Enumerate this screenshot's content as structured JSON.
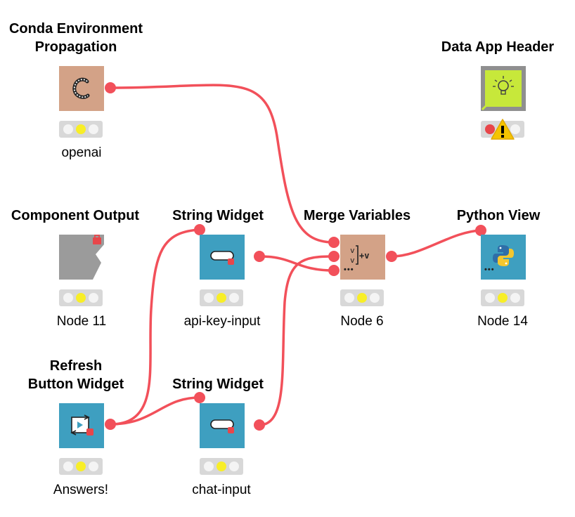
{
  "colors": {
    "wire": "#f2505a",
    "port": "#f2505a",
    "node_brown": "#d3a287",
    "node_blue": "#3e9fc0",
    "node_gray": "#9b9b9b",
    "node_lime": "#c7e83a"
  },
  "nodes": {
    "conda": {
      "title": "Conda Environment\nPropagation",
      "label": "openai",
      "icon": "conda-c-icon"
    },
    "data_app_header": {
      "title": "Data App Header",
      "label": "",
      "icon": "lightbulb-icon",
      "status": "warning"
    },
    "component_output": {
      "title": "Component Output",
      "label": "Node 11",
      "icon": "component-output-icon"
    },
    "string_widget_1": {
      "title": "String Widget",
      "label": "api-key-input",
      "icon": "string-widget-icon"
    },
    "merge_variables": {
      "title": "Merge Variables",
      "label": "Node 6",
      "icon": "merge-variables-icon",
      "icon_text": "v]+v"
    },
    "python_view": {
      "title": "Python View",
      "label": "Node 14",
      "icon": "python-icon"
    },
    "refresh_button": {
      "title": "Refresh\nButton Widget",
      "label": "Answers!",
      "icon": "refresh-button-icon"
    },
    "string_widget_2": {
      "title": "String Widget",
      "label": "chat-input",
      "icon": "string-widget-icon"
    }
  }
}
